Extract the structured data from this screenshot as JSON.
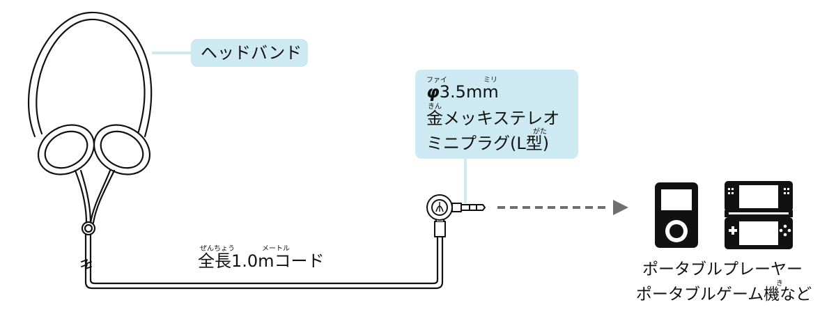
{
  "headband_label": "ヘッドバンド",
  "plug_label": {
    "line1_phi": "φ",
    "line1_rest": "3.5mm",
    "line2": "金メッキステレオ",
    "line3": "ミニプラグ(L型)",
    "ruby_fai": "ファイ",
    "ruby_miri": "ミリ",
    "ruby_kin": "きん",
    "ruby_gata": "がた"
  },
  "cord_label": {
    "text": "全長1.0mコード",
    "ruby_zenchou": "ぜんちょう",
    "ruby_meetoru": "メートル"
  },
  "devices_label": {
    "line1": "ポータブルプレーヤー",
    "line2": "ポータブルゲーム機など",
    "ruby_ki": "き"
  },
  "colors": {
    "callout_bg": "#cde9f1",
    "callout_line": "#cde9f1",
    "arrow": "#6f6f6f",
    "ink": "#111111"
  }
}
